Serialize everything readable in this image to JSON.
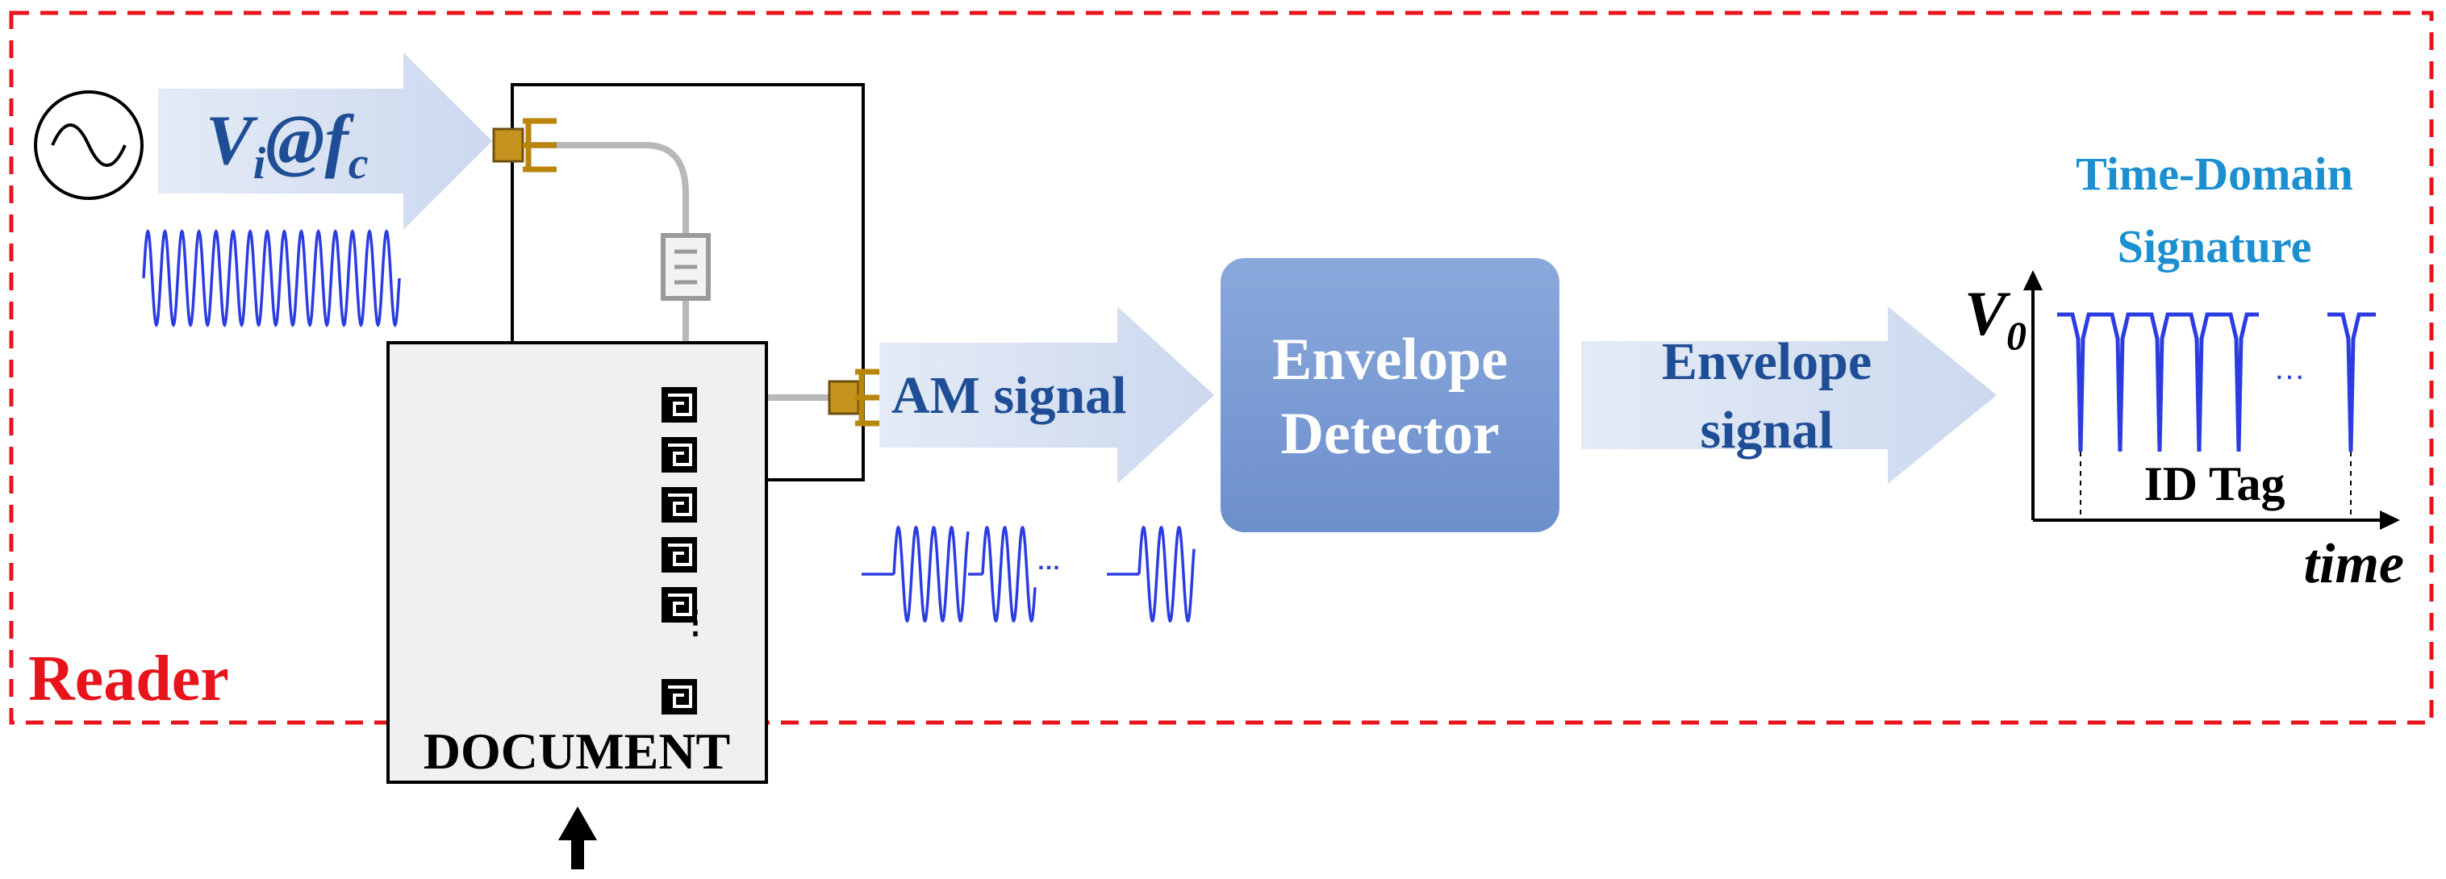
{
  "source": {
    "v_label": "V",
    "v_sub": "i",
    "at_f": "@f",
    "f_sub": "c"
  },
  "modulated": {
    "label": "AM signal"
  },
  "detector": {
    "line1": "Envelope",
    "line2": "Detector"
  },
  "envelope": {
    "line1": "Envelope",
    "line2": "signal"
  },
  "signature": {
    "title_line1": "Time-Domain",
    "title_line2": "Signature",
    "y_axis_label": "V",
    "y_axis_sub": "0",
    "x_axis_label": "time",
    "tag_label": "ID Tag",
    "ellipsis": "…"
  },
  "reader": {
    "label": "Reader"
  },
  "document": {
    "label": "DOCUMENT"
  },
  "icons": {
    "source": "ac-source-icon",
    "connector": "sma-connector-icon",
    "resonator": "resonator-icon",
    "move": "arrow-up-icon"
  },
  "colors": {
    "reader_border": "#e8141c",
    "arrow_fill": "#dbe5f3",
    "detector_fill": "#7f9fd6",
    "wave": "#2b3de0",
    "label_blue": "#1f4e96",
    "label_cyan": "#1b8fd0",
    "connector": "#b8860b",
    "line_gray": "#b8b8b8"
  }
}
